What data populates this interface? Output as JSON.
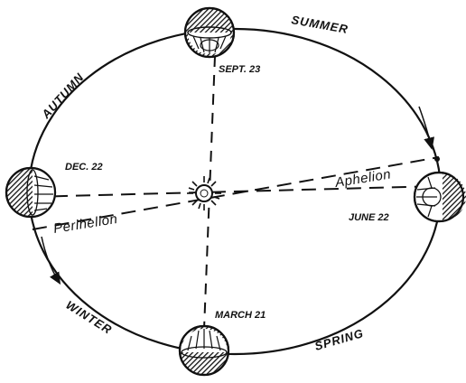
{
  "diagram": {
    "seasons": {
      "summer": "SUMMER",
      "autumn": "AUTUMN",
      "winter": "WINTER",
      "spring": "SPRING"
    },
    "dates": {
      "sept": "SEPT. 23",
      "dec": "DEC. 22",
      "june": "JUNE 22",
      "march": "MARCH 21"
    },
    "apsides": {
      "aphelion": "Aphelion",
      "perihelion": "Perihelion"
    },
    "colors": {
      "ink": "#111111",
      "paper": "#ffffff"
    }
  }
}
